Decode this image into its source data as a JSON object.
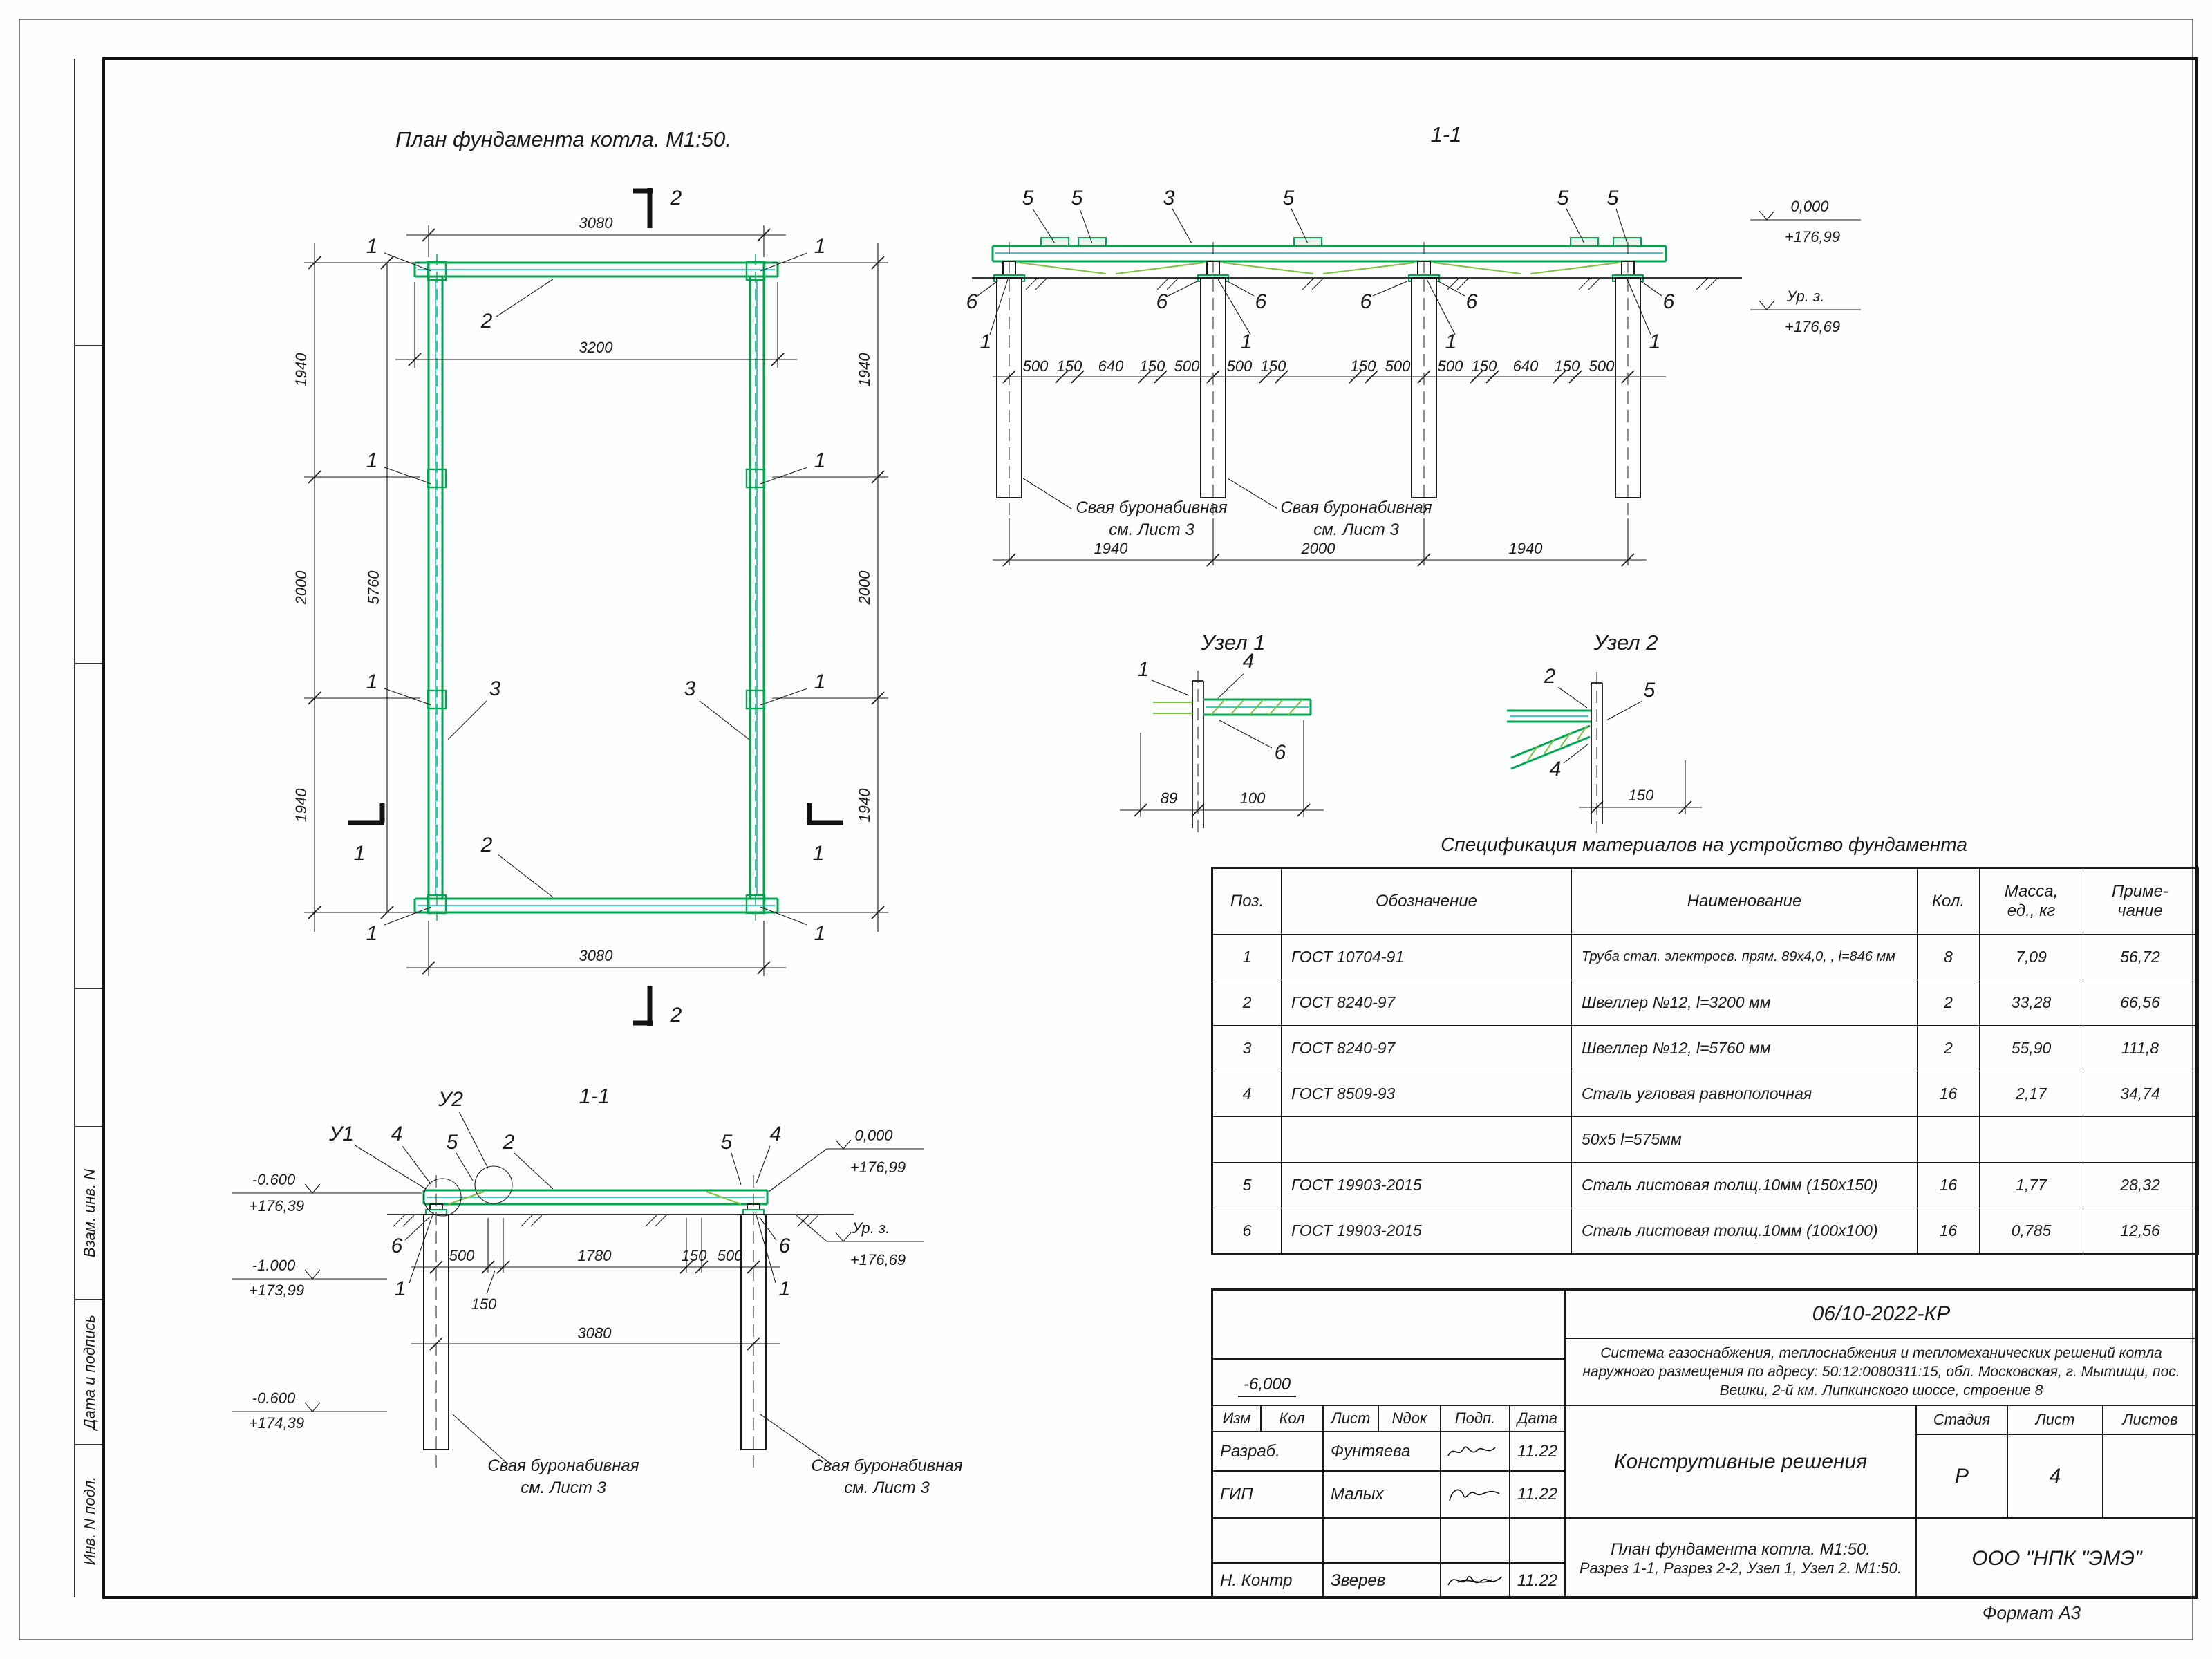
{
  "page": {
    "format_label": "Формат А3",
    "stamp_side": [
      "Взам. инв. N",
      "Дата и подпись",
      "Инв. N подл."
    ]
  },
  "colors": {
    "line_green": "#00a651",
    "line_teal": "#00b5ad",
    "ink": "#1a1a1a",
    "paper": "#ffffff"
  },
  "pos": {
    "p1": "1",
    "p2": "2",
    "p3": "3",
    "p4": "4",
    "p5": "5",
    "p6": "6"
  },
  "plan": {
    "title": "План фундамента котла. М1:50.",
    "dim_top": "3080",
    "dim_top_inner": "3200",
    "dim_bottom": "3080",
    "dim_left": [
      "1940",
      "2000",
      "1940"
    ],
    "dim_right": [
      "1940",
      "2000",
      "1940"
    ],
    "dim_side_inner": "5760",
    "section_mark_1": "1",
    "section_mark_2": "2"
  },
  "section1": {
    "title": "1-1",
    "elev_zero_mark": "0,000",
    "elev_zero_value": "+176,99",
    "elev_ground_mark": "Ур. з.",
    "elev_ground_value": "+176,69",
    "dims_top": [
      "500",
      "150",
      "640",
      "150",
      "500",
      "500",
      "150",
      "150",
      "500",
      "500",
      "150",
      "640",
      "150",
      "500"
    ],
    "dims_bottom": [
      "1940",
      "2000",
      "1940"
    ],
    "note_line1": "Свая буронабивная",
    "note_line2": "см. Лист 3"
  },
  "node1": {
    "title": "Узел 1",
    "dim_a": "89",
    "dim_b": "100"
  },
  "node2": {
    "title": "Узел 2",
    "dim_a": "150"
  },
  "section2": {
    "title": "1-1",
    "label_u1": "У1",
    "label_u2": "У2",
    "elevs": [
      {
        "mark": "-0.600",
        "value": "+176,39"
      },
      {
        "mark": "0,000",
        "value": "+176,99"
      },
      {
        "mark": "Ур. з.",
        "value": "+176,69"
      },
      {
        "mark": "-1.000",
        "value": "+173,99"
      },
      {
        "mark": "-0.600",
        "value": "+174,39"
      }
    ],
    "dims_top": [
      "500",
      "1780",
      "150",
      "500"
    ],
    "dim_below": "150",
    "dim_total": "3080",
    "note_line1": "Свая буронабивная",
    "note_line2": "см. Лист 3"
  },
  "spec": {
    "title": "Спецификация материалов на устройство фундамента",
    "headers": [
      "Поз.",
      "Обозначение",
      "Наименование",
      "Кол.",
      "Масса,\nед., кг",
      "Приме-\nчание"
    ],
    "rows": [
      [
        "1",
        "ГОСТ 10704-91",
        "Труба стал. электросв. прям. 89х4,0, , l=846 мм",
        "8",
        "7,09",
        "56,72"
      ],
      [
        "2",
        "ГОСТ 8240-97",
        "Швеллер №12, l=3200 мм",
        "2",
        "33,28",
        "66,56"
      ],
      [
        "3",
        "ГОСТ 8240-97",
        "Швеллер №12, l=5760 мм",
        "2",
        "55,90",
        "111,8"
      ],
      [
        "4",
        "ГОСТ 8509-93",
        "Сталь угловая равнополочная",
        "16",
        "2,17",
        "34,74"
      ],
      [
        "",
        "",
        "50х5 l=575мм",
        "",
        "",
        ""
      ],
      [
        "5",
        "ГОСТ 19903-2015",
        "Сталь листовая толщ.10мм (150х150)",
        "16",
        "1,77",
        "28,32"
      ],
      [
        "6",
        "ГОСТ 19903-2015",
        "Сталь листовая толщ.10мм (100х100)",
        "16",
        "0,785",
        "12,56"
      ]
    ]
  },
  "titleblock": {
    "doc_number": "06/10-2022-КР",
    "description": "Система газоснабжения, теплоснабжения и тепломеханических решений котла наружного размещения по адресу: 50:12:0080311:15, обл. Московская, г. Мытищи, пос. Вешки, 2-й км. Липкинского шоссе, строение 8",
    "change_header": [
      "Изм",
      "Кол",
      "Лист",
      "Nдок",
      "Подп.",
      "Дата"
    ],
    "sig_rows": [
      {
        "role": "Разраб.",
        "name": "Фунтяева",
        "date": "11.22"
      },
      {
        "role": "ГИП",
        "name": "Малых",
        "date": "11.22"
      },
      {
        "role": "Н. Контр",
        "name": "Зверев",
        "date": "11.22"
      }
    ],
    "elevation_note": "-6,000",
    "section_title": "Конструтивные решения",
    "stage_label": "Стадия",
    "sheet_label": "Лист",
    "sheets_label": "Листов",
    "stage_value": "Р",
    "sheet_value": "4",
    "sheets_value": "",
    "title_line1": "План фундамента котла. М1:50.",
    "title_line2": "Разрез 1-1, Разрез 2-2, Узел 1, Узел 2. М1:50.",
    "company": "ООО \"НПК \"ЭМЭ\""
  }
}
